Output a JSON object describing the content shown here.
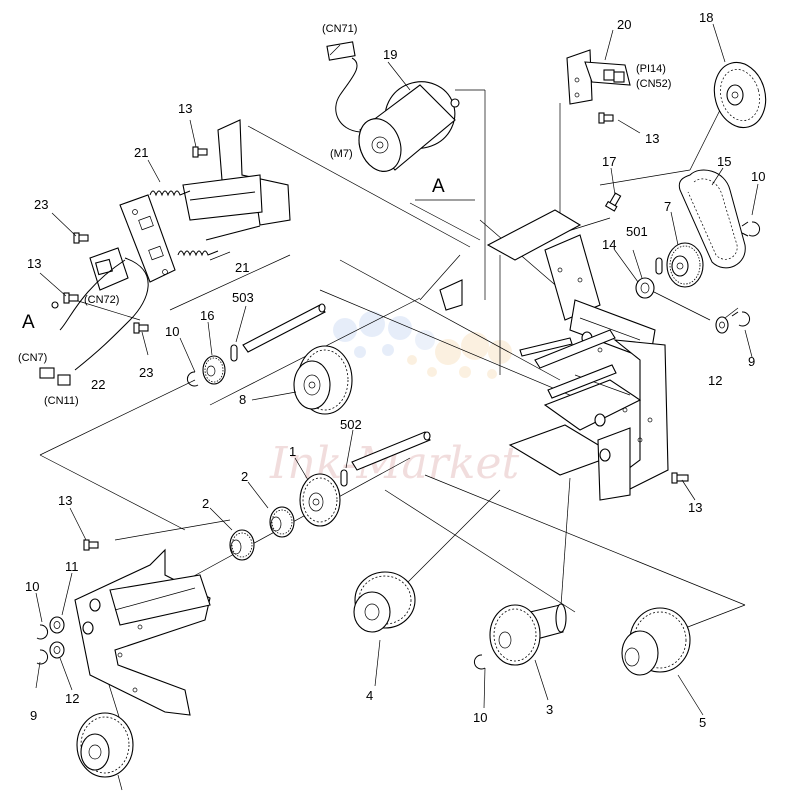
{
  "watermark": "Ink-Market",
  "callouts": [
    {
      "id": "c13a",
      "text": "13"
    },
    {
      "id": "c21a",
      "text": "21"
    },
    {
      "id": "c23a",
      "text": "23"
    },
    {
      "id": "c13b",
      "text": "13"
    },
    {
      "id": "cCN72",
      "text": "(CN72)"
    },
    {
      "id": "cA1",
      "text": "A"
    },
    {
      "id": "c21b",
      "text": "21"
    },
    {
      "id": "c23b",
      "text": "23"
    },
    {
      "id": "cCN7",
      "text": "(CN7)"
    },
    {
      "id": "c22",
      "text": "22"
    },
    {
      "id": "cCN11",
      "text": "(CN11)"
    },
    {
      "id": "cCN71",
      "text": "(CN71)"
    },
    {
      "id": "c19",
      "text": "19"
    },
    {
      "id": "cM7",
      "text": "(M7)"
    },
    {
      "id": "cA2",
      "text": "A"
    },
    {
      "id": "c20",
      "text": "20"
    },
    {
      "id": "cPI14",
      "text": "(PI14)"
    },
    {
      "id": "cCN52",
      "text": "(CN52)"
    },
    {
      "id": "c13c",
      "text": "13"
    },
    {
      "id": "c18",
      "text": "18"
    },
    {
      "id": "c17",
      "text": "17"
    },
    {
      "id": "c15",
      "text": "15"
    },
    {
      "id": "c10a",
      "text": "10"
    },
    {
      "id": "c7",
      "text": "7"
    },
    {
      "id": "c501",
      "text": "501"
    },
    {
      "id": "c14",
      "text": "14"
    },
    {
      "id": "c12a",
      "text": "12"
    },
    {
      "id": "c9a",
      "text": "9"
    },
    {
      "id": "c503",
      "text": "503"
    },
    {
      "id": "c16",
      "text": "16"
    },
    {
      "id": "c10b",
      "text": "10"
    },
    {
      "id": "c8",
      "text": "8"
    },
    {
      "id": "c502",
      "text": "502"
    },
    {
      "id": "c1",
      "text": "1"
    },
    {
      "id": "c2a",
      "text": "2"
    },
    {
      "id": "c2b",
      "text": "2"
    },
    {
      "id": "c13d",
      "text": "13"
    },
    {
      "id": "c13e",
      "text": "13"
    },
    {
      "id": "c11",
      "text": "11"
    },
    {
      "id": "c10c",
      "text": "10"
    },
    {
      "id": "c9b",
      "text": "9"
    },
    {
      "id": "c12b",
      "text": "12"
    },
    {
      "id": "c4",
      "text": "4"
    },
    {
      "id": "c10d",
      "text": "10"
    },
    {
      "id": "c3",
      "text": "3"
    },
    {
      "id": "c5",
      "text": "5"
    }
  ]
}
